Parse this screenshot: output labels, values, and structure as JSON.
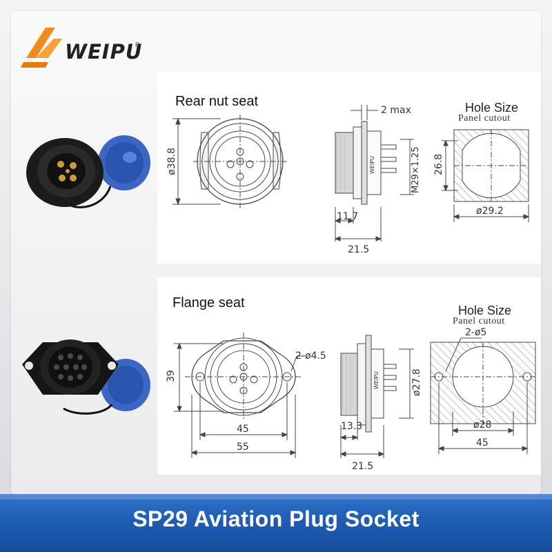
{
  "brand": {
    "name": "WEIPU",
    "registered": "R"
  },
  "footer": {
    "title": "SP29 Aviation Plug Socket"
  },
  "rear": {
    "title": "Rear nut seat",
    "front_dia": "ø38.8",
    "side_top": "2 max",
    "thread": "M29×1.25",
    "side_a": "11.7",
    "side_b": "21.5",
    "body_mark": "WEIPU",
    "hole_title": "Hole Size",
    "hole_sub": "Panel cutout",
    "hole_h": "26.8",
    "hole_w": "ø29.2"
  },
  "flange": {
    "title": "Flange seat",
    "holes": "2-ø4.5",
    "height": "39",
    "inner_w": "45",
    "outer_w": "55",
    "side_dia": "ø27.8",
    "side_a": "13.3",
    "side_b": "21.5",
    "body_mark": "WEIPU",
    "hole_title": "Hole Size",
    "hole_sub": "Panel cutout",
    "hole_holes": "2-ø5",
    "hole_dia": "ø28",
    "hole_w": "45"
  }
}
